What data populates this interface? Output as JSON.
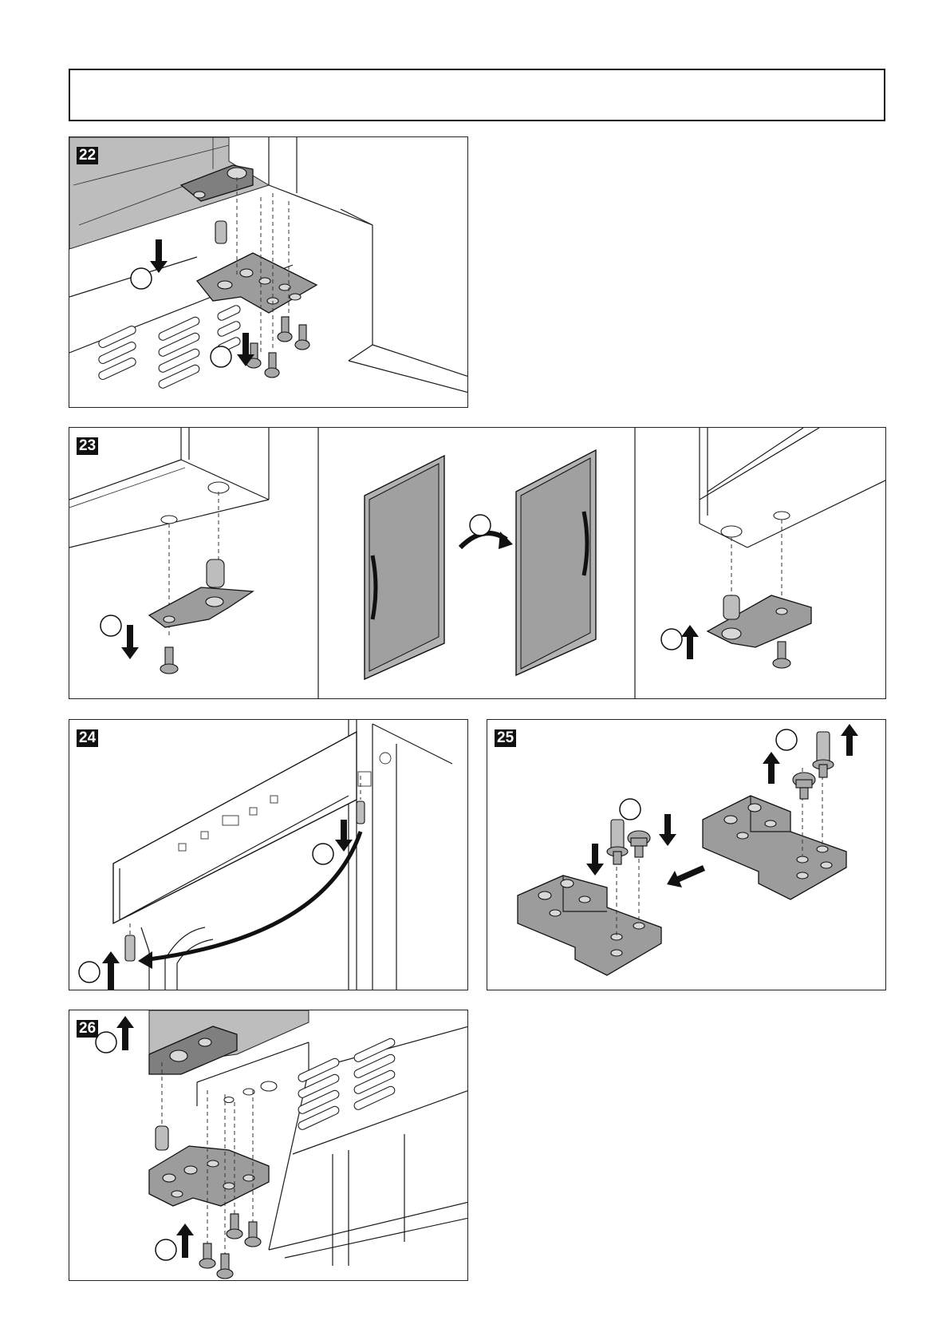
{
  "figures": [
    {
      "id": "fig22",
      "label": "22"
    },
    {
      "id": "fig23",
      "label": "23"
    },
    {
      "id": "fig24",
      "label": "24"
    },
    {
      "id": "fig25",
      "label": "25"
    },
    {
      "id": "fig26",
      "label": "26"
    }
  ],
  "colors": {
    "line": "#1a1a1a",
    "part_fill": "#9c9c9c",
    "door_fill": "#b2b2b2",
    "badge_bg": "#111111",
    "badge_text": "#ffffff"
  },
  "icons": [
    "arrow-down-icon",
    "arrow-up-icon",
    "curved-arrow-icon",
    "screw-icon",
    "hinge-pin-icon",
    "hinge-bracket-icon",
    "step-circle-icon"
  ]
}
